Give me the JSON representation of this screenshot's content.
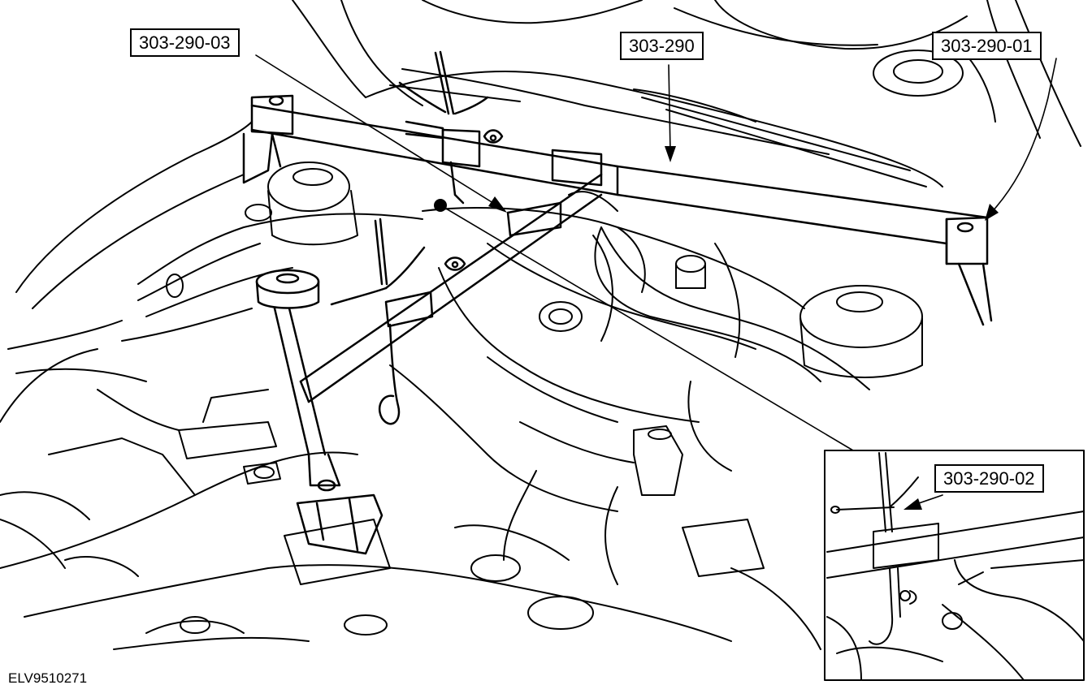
{
  "callouts": {
    "tool_03": "303-290-03",
    "tool_main": "303-290",
    "tool_01": "303-290-01",
    "tool_02": "303-290-02"
  },
  "figure_reference": "ELV9510271",
  "colors": {
    "line": "#000000",
    "background": "#ffffff"
  }
}
